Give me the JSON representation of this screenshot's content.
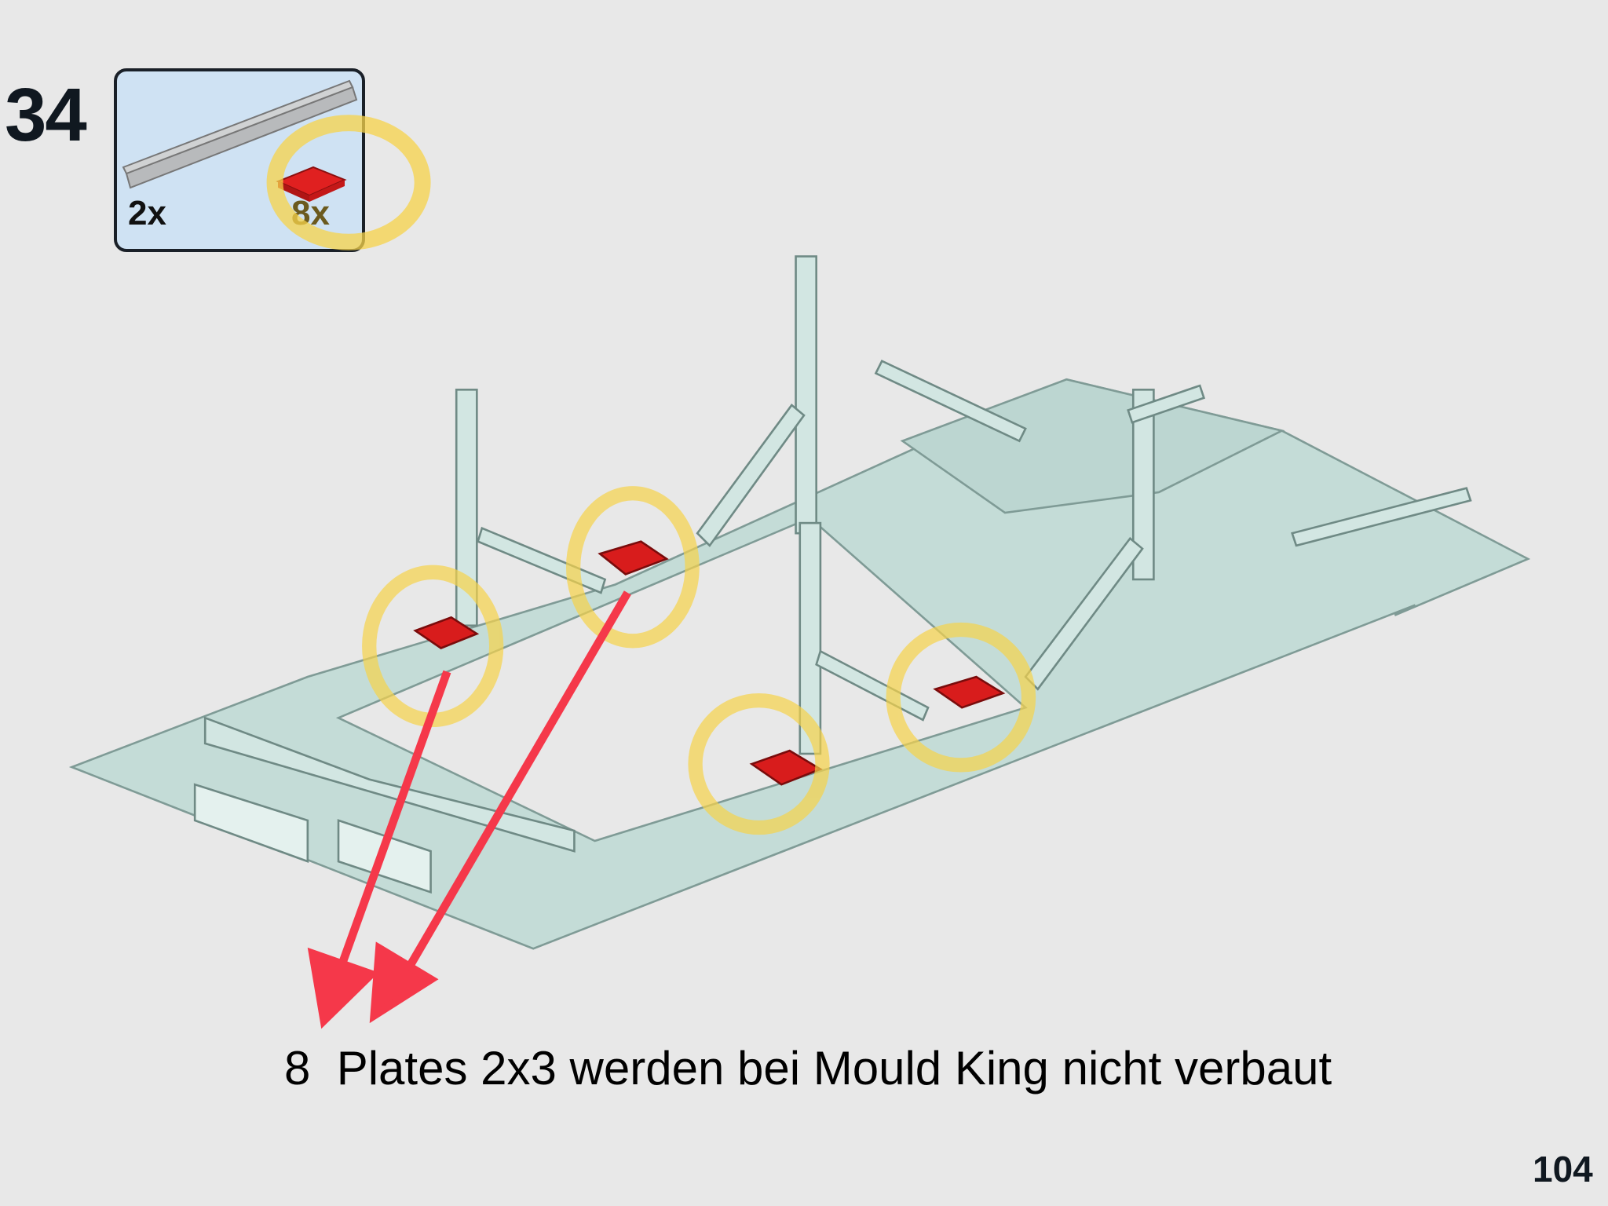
{
  "step": {
    "number": "34"
  },
  "parts_list": {
    "items": [
      {
        "name": "technic-brick-1x16",
        "quantity": "2x",
        "color": "#a8abad"
      },
      {
        "name": "plate-2x3",
        "quantity": "8x",
        "color": "#d81c1c"
      }
    ]
  },
  "annotation": {
    "caption": "8  Plates 2x3 werden bei Mould King nicht verbaut",
    "highlight_color": "#f7d34a",
    "arrow_color": "#f5384a"
  },
  "model": {
    "color": "#c4dcd7",
    "plate_color": "#d81c1c"
  },
  "page": {
    "number": "104"
  }
}
